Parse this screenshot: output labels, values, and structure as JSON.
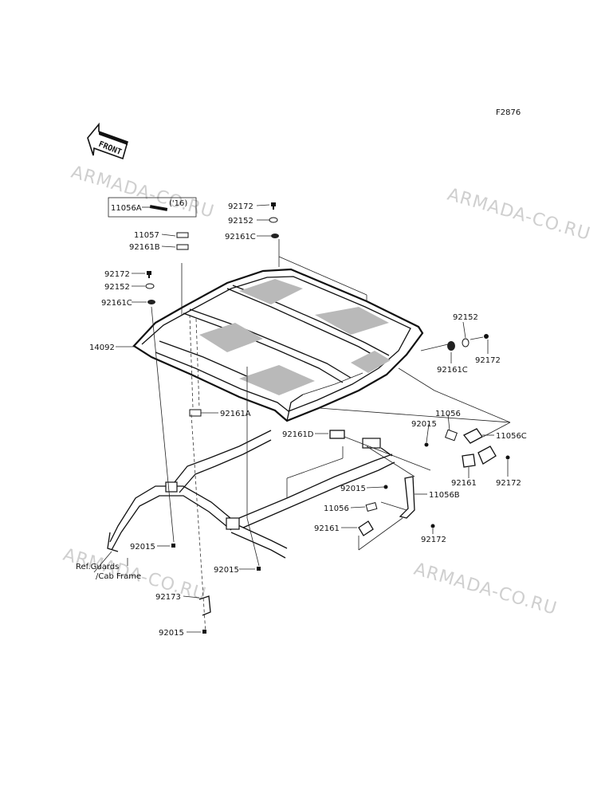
{
  "figure_code": "F2876",
  "front_label": "FRONT",
  "watermark": "ARMADA-CO.RU",
  "ref_note_line1": "Ref.Guards",
  "ref_note_line2": "/Cab Frame",
  "year_note": "('16)",
  "callouts": {
    "c_11056A": "11056A",
    "c_11057": "11057",
    "c_92161B": "92161B",
    "c_92172_top": "92172",
    "c_92152_top": "92152",
    "c_92161C_top": "92161C",
    "c_92172_left": "92172",
    "c_92152_left": "92152",
    "c_92161C_left": "92161C",
    "c_14092": "14092",
    "c_92152_right": "92152",
    "c_92172_right": "92172",
    "c_92161C_right": "92161C",
    "c_11056_right": "11056",
    "c_92015_right": "92015",
    "c_11056C": "11056C",
    "c_92161_right": "92161",
    "c_92172_right2": "92172",
    "c_92161A": "92161A",
    "c_92161D": "92161D",
    "c_92015_mid": "92015",
    "c_11056B": "11056B",
    "c_11056_mid": "11056",
    "c_92161_mid": "92161",
    "c_92172_mid": "92172",
    "c_92015_left": "92015",
    "c_92015_center": "92015",
    "c_92173": "92173",
    "c_92015_bottom": "92015"
  }
}
